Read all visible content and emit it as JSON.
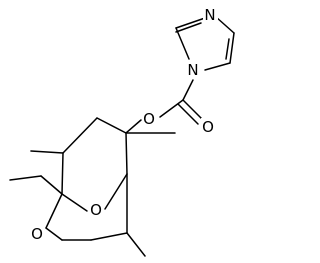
{
  "molecule": {
    "atoms": {
      "imidazole_n_top": "N",
      "imidazole_n_attached": "N",
      "ester_o": "O",
      "carbonyl_o": "O",
      "bridge_o": "O",
      "ring_o": "O"
    }
  },
  "colors": {
    "bond": "#000000",
    "label": "#000000",
    "background": "#ffffff"
  }
}
